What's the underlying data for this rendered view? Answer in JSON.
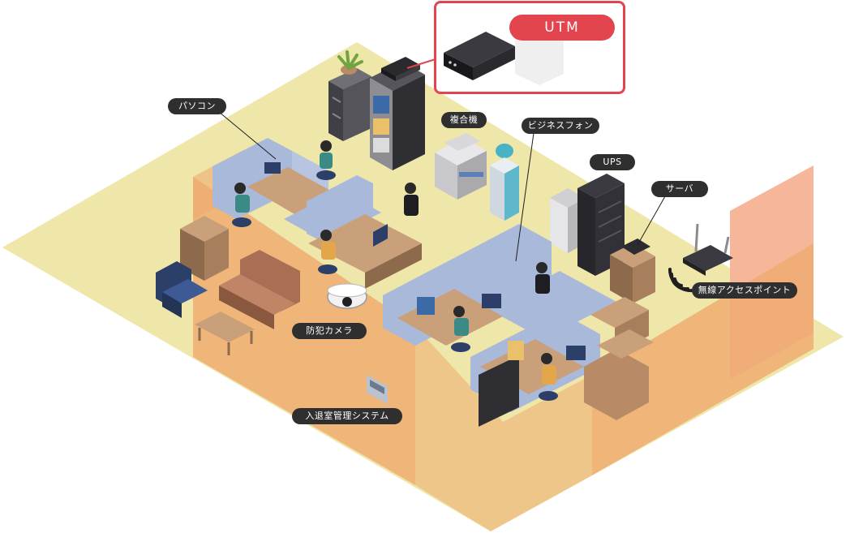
{
  "callouts": {
    "utm": "UTM",
    "pc": "パソコン",
    "mfp": "複合機",
    "business_phone": "ビジネスフォン",
    "ups": "UPS",
    "server": "サーバ",
    "wireless_ap": "無線アクセスポイント",
    "security_camera": "防犯カメラ",
    "access_control": "入退室管理システム"
  },
  "colors": {
    "floor": "#efe6a9",
    "wall_orange": "#eeab71",
    "wall_salmon": "#f6b69a",
    "partition_blue": "#a9b9d9",
    "desk_brown": "#b98a66",
    "sofa_brown": "#a86f55",
    "navy": "#2c3f69",
    "accent_red": "#e2454d",
    "label_bg": "#2f2f2f"
  }
}
